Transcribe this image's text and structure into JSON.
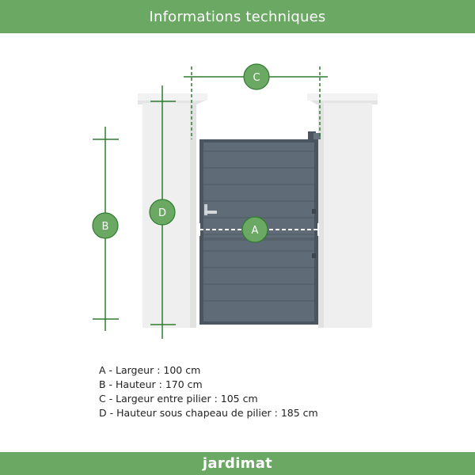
{
  "header": {
    "title": "Informations techniques"
  },
  "diagram": {
    "labels": {
      "a": "A",
      "b": "B",
      "c": "C",
      "d": "D"
    }
  },
  "legend": {
    "items": [
      "A - Largeur : 100 cm",
      "B - Hauteur : 170 cm",
      "C - Largeur entre pilier : 105 cm",
      "D - Hauteur sous chapeau de pilier : 185 cm"
    ]
  },
  "footer": {
    "brand": "jardimat"
  },
  "colors": {
    "brand_green": "#6aa863",
    "dim_line": "#2f7d2f",
    "gate": "#5f6b76",
    "pillar": "#efefef"
  }
}
